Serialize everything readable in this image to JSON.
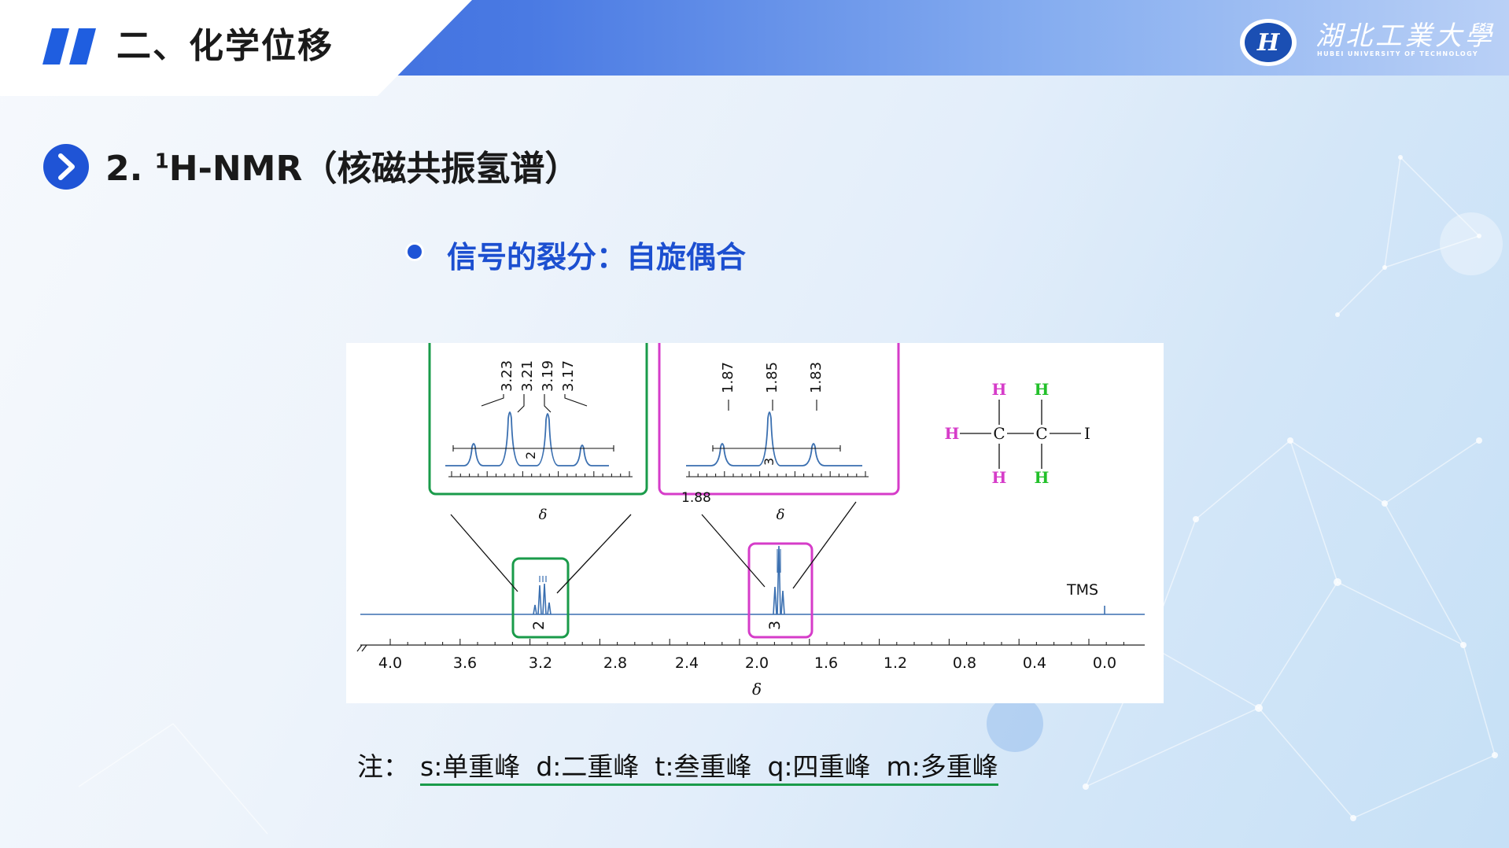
{
  "header": {
    "title": "二、化学位移",
    "logo_cn": "湖北工業大學",
    "logo_en": "HUBEI UNIVERSITY OF TECHNOLOGY",
    "logo_badge_letter": "H"
  },
  "section": {
    "number": "2.",
    "superscript": "1",
    "title_rest": "H-NMR（核磁共振氢谱）"
  },
  "bullet": {
    "text": "信号的裂分：自旋偶合"
  },
  "figure": {
    "xaxis_ticks": [
      "4.0",
      "3.6",
      "3.2",
      "2.8",
      "2.4",
      "2.0",
      "1.6",
      "1.2",
      "0.8",
      "0.4",
      "0.0"
    ],
    "xlabel": "δ",
    "tms_label": "TMS",
    "quartet": {
      "labels": [
        "3.23",
        "3.21",
        "3.19",
        "3.17"
      ],
      "integration": "2",
      "axis_label": "δ"
    },
    "triplet": {
      "labels": [
        "1.87",
        "1.85",
        "1.83"
      ],
      "integration": "3",
      "axis_label": "δ",
      "extra_label": "1.88"
    },
    "molecule": {
      "carbon": "C",
      "hydrogen": "H",
      "iodine": "I",
      "bond": "—"
    },
    "colors": {
      "green": "#1a9b4a",
      "magenta": "#d63cc9",
      "peak": "#3a6fb0"
    }
  },
  "note": {
    "label": "注：",
    "items": [
      "s:单重峰",
      "d:二重峰",
      "t:叁重峰",
      "q:四重峰",
      "m:多重峰"
    ]
  }
}
